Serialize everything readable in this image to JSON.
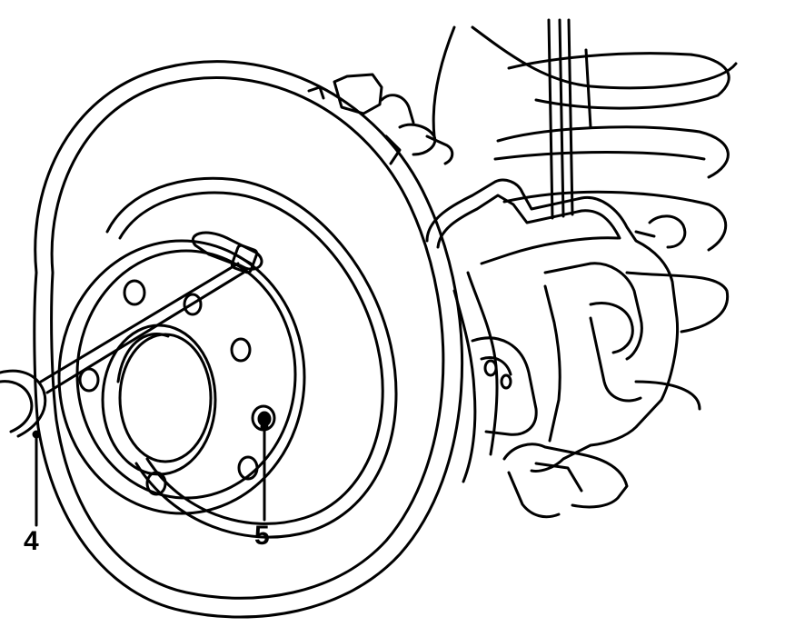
{
  "figure": {
    "callouts": [
      {
        "id": "4",
        "label": "4"
      },
      {
        "id": "5",
        "label": "5"
      }
    ],
    "line_color": "#000000",
    "background_color": "#ffffff"
  }
}
